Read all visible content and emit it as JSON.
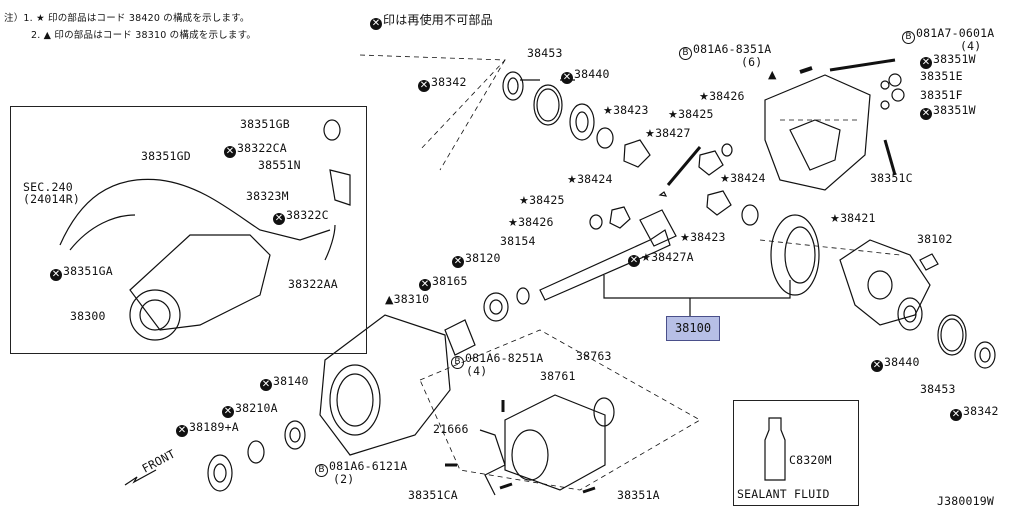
{
  "notes": {
    "note1": "注）1. ★ 印の部品はコード 38420 の構成を示します。",
    "note2": "2. ▲ 印の部品はコード 38310 の構成を示します。",
    "note3": "印は再使用不可部品"
  },
  "diagram_id": "J380019W",
  "front_label": "FRONT",
  "sealant": {
    "label": "SEALANT FLUID",
    "part": "C8320M"
  },
  "highlight": "38100",
  "parts": {
    "p38453a": "38453",
    "p38342a": "38342",
    "p38440a": "38440",
    "p38423a": "38423",
    "p38426a": "38426",
    "p38425a": "38425",
    "p38427a": "38427",
    "p38424a": "38424",
    "p38425b": "38425",
    "p38424b": "38424",
    "p38426b": "38426",
    "p38423b": "38423",
    "p38154": "38154",
    "p38427A": "38427A",
    "p38421": "38421",
    "p38102": "38102",
    "p38120": "38120",
    "p38165": "38165",
    "p38310": "38310",
    "p38440b": "38440",
    "p38453b": "38453",
    "p38342b": "38342",
    "p081A68351A": "081A6-8351A",
    "p081A68351Aq": "(6)",
    "p081A70601A": "081A7-0601A",
    "p081A70601Aq": "(4)",
    "p38351W1": "38351W",
    "p38351E": "38351E",
    "p38351F": "38351F",
    "p38351W2": "38351W",
    "p38351C": "38351C",
    "p081A68251A": "081A6-8251A",
    "p081A68251Aq": "(4)",
    "p38763": "38763",
    "p38761": "38761",
    "p38140": "38140",
    "p38210A": "38210A",
    "p38189A": "38189+A",
    "p21666": "21666",
    "p081A66121A": "081A6-6121A",
    "p081A66121Aq": "(2)",
    "p38351CA": "38351CA",
    "p38351A": "38351A",
    "p38351GB": "38351GB",
    "p38322CA": "38322CA",
    "p38351GD": "38351GD",
    "p38551N": "38551N",
    "pSEC240": "SEC.240",
    "pSEC240b": "(24014R)",
    "p38323M": "38323M",
    "p38322C": "38322C",
    "p38351GA": "38351GA",
    "p38322AA": "38322AA",
    "p38300": "38300"
  }
}
